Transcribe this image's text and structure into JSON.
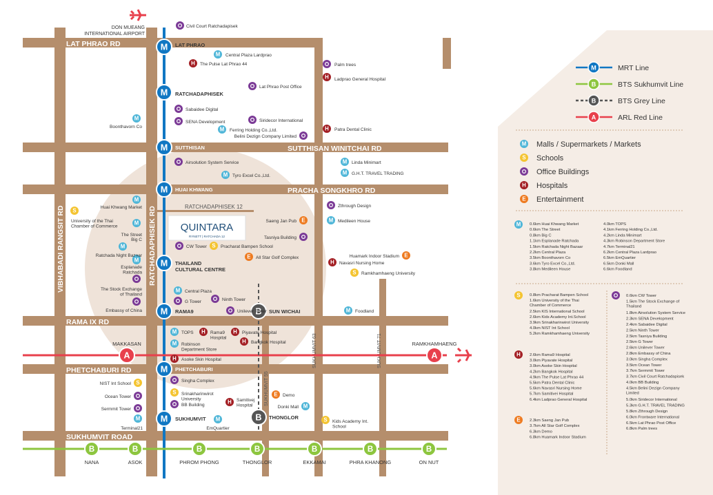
{
  "colors": {
    "road": "#b58e6c",
    "mrt": "#1077c3",
    "bts_sukhumvit": "#8dc63f",
    "bts_grey": "#555555",
    "arl": "#e8404c",
    "mall": "#4fb6d8",
    "school": "#f4c431",
    "office": "#7b3a96",
    "hospital": "#a31f24",
    "entertainment": "#ee7b21",
    "circle": "#efe3d9",
    "panel": "#f5ede6",
    "quintara": "#1f4e79"
  },
  "roads": {
    "lat_phrao": "LAT PHRAO RD",
    "sutthisan": "SUTTHISAN WINITCHAI RD",
    "pracha_songkhro": "PRACHA SONGKHRO RD",
    "rama9": "RAMA IX RD",
    "phetchaburi": "PHETCHABURI RD",
    "sukhumvit": "SUKHUMVIT ROAD",
    "vibhabadi": "VIBHABADI RANGSIT RD",
    "ratchadaphisek": "RATCHADAPHISEK RD",
    "ratchadaphisek12": "RATCHADAPHISEK 12",
    "sukhumvit63": "SUKHUMVIT 63",
    "sukhumvit71": "SUKHUMVIT 71",
    "sukhumvit55": "SUKHUMVIT 55"
  },
  "airport": "DON MUEANG\nINTERNATIONAL AIRPORT",
  "quintara": {
    "name": "QUINTARA",
    "sub": "RYNETT | RATCHADA 12"
  },
  "mrt_stations": [
    {
      "name": "LAT PHRAO",
      "letter": "M"
    },
    {
      "name": "RATCHADAPHISEK",
      "letter": "M"
    },
    {
      "name": "SUTTHISAN",
      "letter": "M"
    },
    {
      "name": "HUAI KHWANG",
      "letter": "M"
    },
    {
      "name": "THAILAND\nCULTURAL CENTRE",
      "letter": "M"
    },
    {
      "name": "RAMA9",
      "letter": "M"
    },
    {
      "name": "PHETCHABURI",
      "letter": "M"
    },
    {
      "name": "SUKHUMVIT",
      "letter": "M"
    }
  ],
  "bts_grey_stations": [
    {
      "name": "SUN WICHAI",
      "letter": "B"
    },
    {
      "name": "THONGLOR",
      "letter": "B"
    }
  ],
  "arl_stations": [
    {
      "name": "MAKKASAN",
      "letter": "A"
    },
    {
      "name": "RAMKHAMHAENG",
      "letter": "A"
    }
  ],
  "bts_stations": [
    {
      "name": "NANA",
      "letter": "B"
    },
    {
      "name": "ASOK",
      "letter": "B"
    },
    {
      "name": "PHROM PHONG",
      "letter": "B"
    },
    {
      "name": "THONGLOR",
      "letter": "B"
    },
    {
      "name": "EKKAMAI",
      "letter": "B"
    },
    {
      "name": "PHRA KHANONG",
      "letter": "B"
    },
    {
      "name": "ON NUT",
      "letter": "B"
    }
  ],
  "places": [
    {
      "type": "O",
      "name": "Civil Court Ratchadapisek"
    },
    {
      "type": "M",
      "name": "Central Plaza Lardprao"
    },
    {
      "type": "H",
      "name": "The Pulse Lat Phrao 44"
    },
    {
      "type": "O",
      "name": "Palm trees"
    },
    {
      "type": "H",
      "name": "Ladprao General Hospital"
    },
    {
      "type": "O",
      "name": "Lat Phrao Post Office"
    },
    {
      "type": "O",
      "name": "Sabaidee Digital"
    },
    {
      "type": "O",
      "name": "SENA Development"
    },
    {
      "type": "O",
      "name": "Siridecor International"
    },
    {
      "type": "M",
      "name": "Ferring Holding Co.,Ltd."
    },
    {
      "type": "O",
      "name": "Belini Dezign Company Limited"
    },
    {
      "type": "H",
      "name": "Patra Dental Clinic"
    },
    {
      "type": "M",
      "name": "Boonthavorn Co"
    },
    {
      "type": "O",
      "name": "Airsolution System Service"
    },
    {
      "type": "M",
      "name": "Tyro Excel Co.,Ltd."
    },
    {
      "type": "M",
      "name": "Linda Minimart"
    },
    {
      "type": "M",
      "name": "G.H.T. TRAVEL TRADING"
    },
    {
      "type": "M",
      "name": "Huai Khwang Market"
    },
    {
      "type": "S",
      "name": "University of the Thai\nChamber of Commerce"
    },
    {
      "type": "M",
      "name": "The Street"
    },
    {
      "type": "M",
      "name": "Big C"
    },
    {
      "type": "M",
      "name": "Ratchada Night Bazaar"
    },
    {
      "type": "M",
      "name": "Esplanade\nRatchada"
    },
    {
      "type": "O",
      "name": "The Stock Exchange\nof Thailand"
    },
    {
      "type": "O",
      "name": "Embassy of China"
    },
    {
      "type": "O",
      "name": "Zthrough Design"
    },
    {
      "type": "M",
      "name": "Medileen House"
    },
    {
      "type": "E",
      "name": "Saeng Jan Pub"
    },
    {
      "type": "O",
      "name": "Tasniya Building"
    },
    {
      "type": "O",
      "name": "CW Tower"
    },
    {
      "type": "S",
      "name": "Pracharat Bampen School"
    },
    {
      "type": "E",
      "name": "All Star Golf Complex"
    },
    {
      "type": "E",
      "name": "Huamark Indoor Stadium"
    },
    {
      "type": "H",
      "name": "Navasri Nursing Home"
    },
    {
      "type": "S",
      "name": "Ramkhamhaeng University"
    },
    {
      "type": "M",
      "name": "Central Plaza"
    },
    {
      "type": "O",
      "name": "G Tower"
    },
    {
      "type": "O",
      "name": "Ninth Tower"
    },
    {
      "type": "O",
      "name": "Unilever Tower"
    },
    {
      "type": "M",
      "name": "Foodland"
    },
    {
      "type": "M",
      "name": "TOPS"
    },
    {
      "type": "H",
      "name": "Rama9\nHospital"
    },
    {
      "type": "H",
      "name": "Piyavate Hospital"
    },
    {
      "type": "H",
      "name": "Bangkok Hospital"
    },
    {
      "type": "M",
      "name": "Robinson\nDepartment Store"
    },
    {
      "type": "H",
      "name": "Asoke Skin Hospital"
    },
    {
      "type": "S",
      "name": "NIST Int School"
    },
    {
      "type": "O",
      "name": "Singha Complex"
    },
    {
      "type": "S",
      "name": "Srinakharinwirot\nUniversity"
    },
    {
      "type": "O",
      "name": "Ocean Tower"
    },
    {
      "type": "O",
      "name": "BB Building"
    },
    {
      "type": "O",
      "name": "Sermmit Tower"
    },
    {
      "type": "H",
      "name": "Samitivej\nHospital"
    },
    {
      "type": "E",
      "name": "Demo"
    },
    {
      "type": "M",
      "name": "Donki Mall"
    },
    {
      "type": "S",
      "name": "Kids Academy Int.\nSchool"
    },
    {
      "type": "M",
      "name": "Terminal21"
    },
    {
      "type": "M",
      "name": "EmQuartier"
    }
  ],
  "legend": {
    "lines": [
      {
        "letter": "M",
        "label": "MRT Line"
      },
      {
        "letter": "B",
        "label": "BTS Sukhumvit Line"
      },
      {
        "letter": "B",
        "label": "BTS Grey Line"
      },
      {
        "letter": "A",
        "label": "ARL Red Line"
      }
    ],
    "categories": [
      {
        "letter": "M",
        "label": "Malls / Supermarkets / Markets"
      },
      {
        "letter": "S",
        "label": "Schools"
      },
      {
        "letter": "O",
        "label": "Office Buildings"
      },
      {
        "letter": "H",
        "label": "Hospitals"
      },
      {
        "letter": "E",
        "label": "Entertainment"
      }
    ],
    "malls_col1": [
      "0.6km Huai Khwang Market",
      "0.6km The Street",
      "0.8km Big C",
      "1.1km Esplanade Ratchada",
      "1.5km Ratchada Night Bazaar",
      "2.2km Central Plaza",
      "3.5km Boonthavorn Co",
      "3.6km Tyro Excel Co.,Ltd.",
      "3.8km Medileen House"
    ],
    "malls_col2": [
      "4.0km TOPS",
      "4.1km Ferring Holding Co.,Ltd.",
      "4.2km Linda Minimart",
      "4.3km Robinson Department Store",
      "4.7km Terminal21",
      "6.2km Central Plaza Lardprao",
      "6.5km EmQuartier",
      "6.5km Donki Mall",
      "6.6km Foodland"
    ],
    "schools": [
      "0.8km Pracharat Bampen School",
      "1.6km University of the Thai\nChamber of Commerce",
      "2.5km KIS International School",
      "2.6km Kids Academy Int.School",
      "3.9km Srinakharinwirot University",
      "4.0km NIST Int School",
      "5.2km Ramkhamhaeng University"
    ],
    "hospitals": [
      "2.6km Rama9 Hospital",
      "3.0km Piyavate Hospital",
      "3.0km Asoke Skin Hospital",
      "4.2km Bangkok Hospital",
      "4.9km The Pulse Lat Phrao 44",
      "5.5km Patra Dental Clinic",
      "5.6km Navasri Nursing Home",
      "5.7km Samitivei Hospital",
      "6.4km Ladprao General Hospital"
    ],
    "entertainment": [
      "2.3km Saeng Jan Pub",
      "3.7km All Star Golf Complex",
      "6.3km Demo",
      "6.8km Huamark Indoor Stadium"
    ],
    "offices": [
      "0.6km CW Tower",
      "1.5km The Stock Exchange of\nThailand",
      "1.8km Airsolution System Service",
      "2.3km SENA Development",
      "2.4km Sabaidee Digital",
      "2.5km Ninth Tower",
      "2.5km Tasniya Building",
      "2.5km G Tower",
      "2.6km Unilever Tower",
      "2.8km Embassy of China",
      "3.0km Singha Complex",
      "3.5km Ocean Tower",
      "3.7km Sermmit Tower",
      "3.7km Civil Court Ratchadapisek",
      "4.0km BB Building",
      "4.5km Belini Dezign Company\nLimited",
      "5.0km Siridecor International",
      "5.3km G.H.T. TRAVEL TRADING",
      "5.8km Zthrough Design",
      "6.0km Frontware International",
      "6.5km Lat Phrao Post Office",
      "6.8km Palm trees"
    ]
  }
}
